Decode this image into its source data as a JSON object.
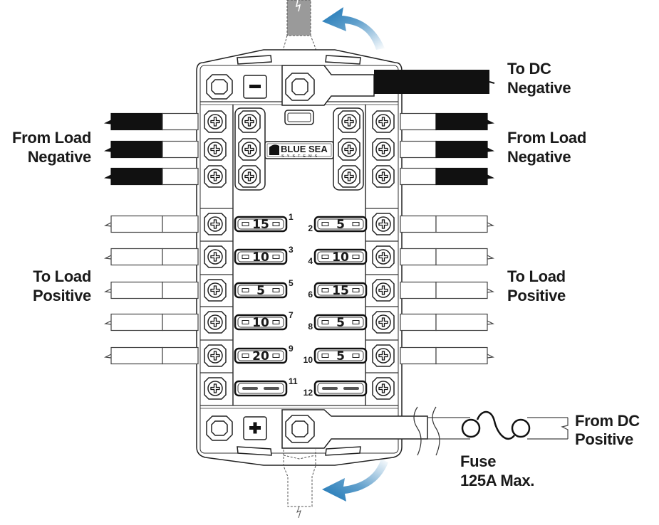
{
  "labels": {
    "to_dc_negative": [
      "To DC",
      "Negative"
    ],
    "from_load_negative_left": [
      "From Load",
      "Negative"
    ],
    "from_load_negative_right": [
      "From Load",
      "Negative"
    ],
    "to_load_positive_left": [
      "To Load",
      "Positive"
    ],
    "to_load_positive_right": [
      "To Load",
      "Positive"
    ],
    "from_dc_positive": [
      "From DC",
      "Positive"
    ],
    "fuse": [
      "Fuse",
      "125A Max."
    ]
  },
  "terminals": {
    "negative_symbol": "minus-symbol",
    "positive_symbol": "plus-symbol"
  },
  "logo": {
    "name": "BLUE SEA",
    "sub": "SYSTEMS"
  },
  "fuses": [
    {
      "number": "1",
      "rating": "15",
      "side": "left"
    },
    {
      "number": "2",
      "rating": "5",
      "side": "right"
    },
    {
      "number": "3",
      "rating": "10",
      "side": "left"
    },
    {
      "number": "4",
      "rating": "10",
      "side": "right"
    },
    {
      "number": "5",
      "rating": "5",
      "side": "left"
    },
    {
      "number": "6",
      "rating": "15",
      "side": "right"
    },
    {
      "number": "7",
      "rating": "10",
      "side": "left"
    },
    {
      "number": "8",
      "rating": "5",
      "side": "right"
    },
    {
      "number": "9",
      "rating": "20",
      "side": "left"
    },
    {
      "number": "10",
      "rating": "5",
      "side": "right"
    },
    {
      "number": "11",
      "rating": "",
      "side": "left"
    },
    {
      "number": "12",
      "rating": "",
      "side": "right"
    }
  ],
  "colors": {
    "arrow": "#1a75b5",
    "wire_negative": "#111111",
    "wire_positive": "#ffffff",
    "outline": "#222222"
  }
}
